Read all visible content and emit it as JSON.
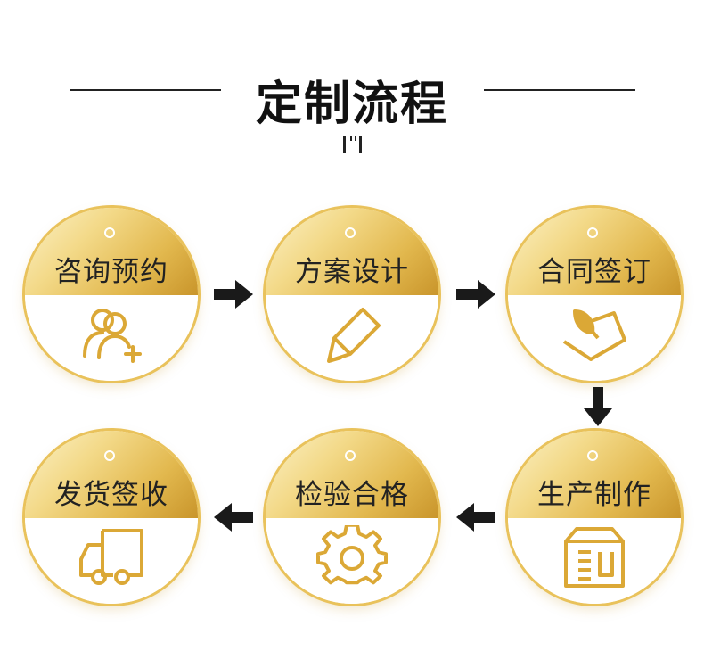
{
  "title": "定制流程",
  "colors": {
    "gold": "#e2b84e",
    "icon_gold": "#dba836",
    "dark": "#222222"
  },
  "steps": [
    {
      "label": "咨询预约",
      "icon": "users-add-icon"
    },
    {
      "label": "方案设计",
      "icon": "pencil-icon"
    },
    {
      "label": "合同签订",
      "icon": "contract-sign-icon"
    },
    {
      "label": "生产制作",
      "icon": "box-production-icon"
    },
    {
      "label": "检验合格",
      "icon": "gear-icon"
    },
    {
      "label": "发货签收",
      "icon": "truck-icon"
    }
  ]
}
